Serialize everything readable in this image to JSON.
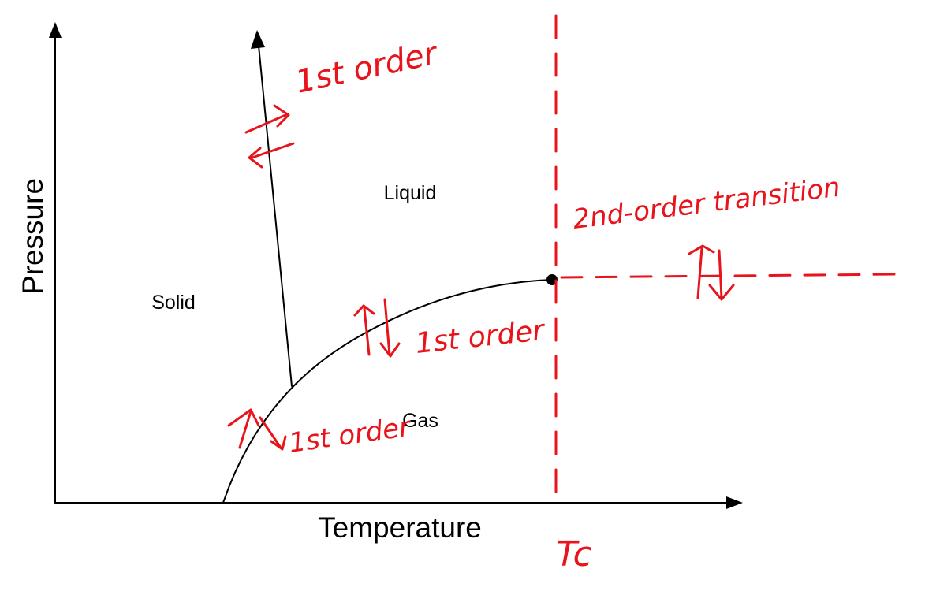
{
  "axes": {
    "x_label": "Temperature",
    "y_label": "Pressure"
  },
  "regions": {
    "solid": "Solid",
    "liquid": "Liquid",
    "gas": "Gas"
  },
  "annotations": {
    "melting_line": "1st order",
    "vaporization_curve": "1st order",
    "sublimation_curve": "1st order",
    "critical_isotherm": "2nd-order transition",
    "critical_temperature": "Tc"
  },
  "colors": {
    "printed": "#000000",
    "handwriting": "#e8141b"
  }
}
